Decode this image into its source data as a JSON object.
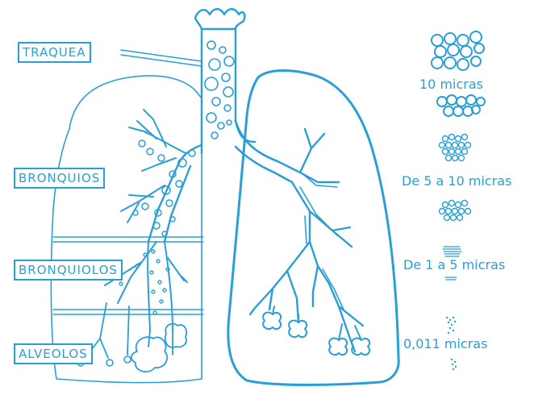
{
  "colors": {
    "ink": "#2a9fd6",
    "background": "#ffffff"
  },
  "labels": {
    "traquea": "TRAQUEA",
    "bronquios": "BRONQUIOS",
    "bronquiolos": "BRONQUIOLOS",
    "alveolos": "ALVEOLOS"
  },
  "particle_sizes": {
    "size_1": "10 micras",
    "size_2": "De 5 a 10 micras",
    "size_3": "De 1 a 5 micras",
    "size_4": "0,011 micras"
  }
}
